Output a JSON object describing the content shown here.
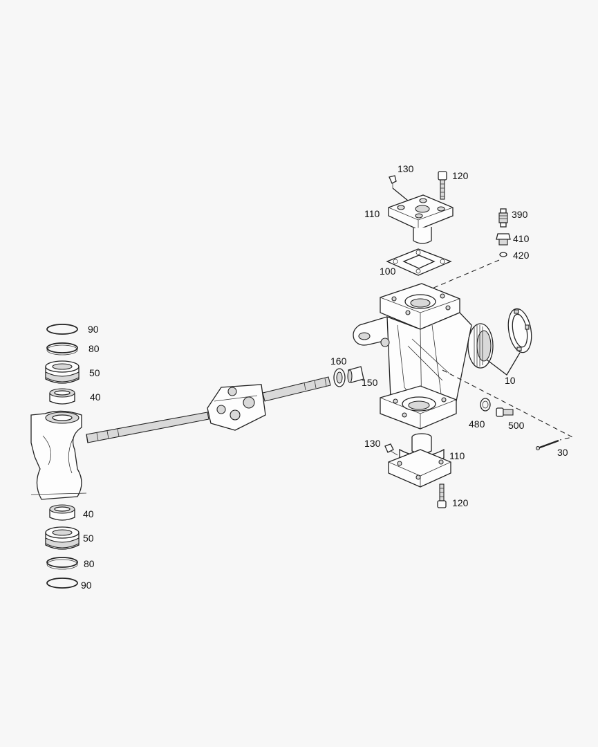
{
  "labels": {
    "p130_top": "130",
    "p120_top": "120",
    "p110_top": "110",
    "p390": "390",
    "p410": "410",
    "p420": "420",
    "p100": "100",
    "p90_top": "90",
    "p80_top": "80",
    "p50_top": "50",
    "p40_top": "40",
    "p160": "160",
    "p150": "150",
    "p10": "10",
    "p480": "480",
    "p500": "500",
    "p30": "30",
    "p130_bottom": "130",
    "p110_bottom": "110",
    "p120_bottom": "120",
    "p40_bottom": "40",
    "p50_bottom": "50",
    "p80_bottom": "80",
    "p90_bottom": "90"
  }
}
